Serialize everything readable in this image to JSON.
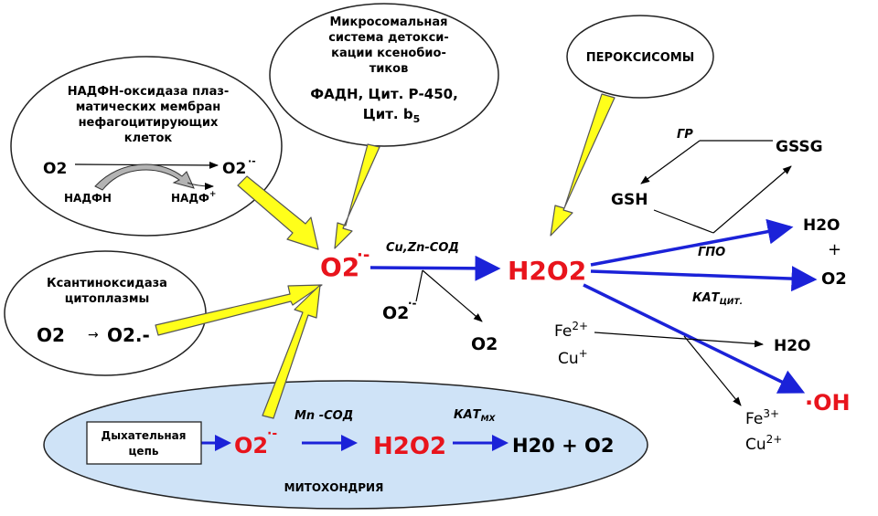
{
  "nadph_oxidase": {
    "title_lines": [
      "НАДФН-оксидаза плаз-",
      "матических мембран",
      "нефагоцитирующих",
      "клеток"
    ],
    "o2": "O2",
    "o2_radical": "O2",
    "radical_mark": "·-",
    "nadph": "НАДФН",
    "nadp": "НАДФ",
    "nadp_sup": "+"
  },
  "microsomal": {
    "title_lines": [
      "Микросомальная",
      "система  детокси-",
      "кации ксенобио-",
      "тиков"
    ],
    "enzymes_line1": "ФАДН, Цит. Р-450,",
    "enzymes_line2": "Цит. b",
    "enzymes_sub": "5"
  },
  "peroxisomes": {
    "label": "ПЕРОКСИСОМЫ"
  },
  "xanthine": {
    "title_lines": [
      "Ксантиноксидаза",
      "цитоплазмы"
    ],
    "o2_left": "O2",
    "o2_right": "O2.-"
  },
  "center": {
    "superoxide": "O2",
    "superoxide_mark": "·-",
    "sod_label": "Cu,Zn-СОД",
    "h2o2": "H2O2",
    "o2_radical_in": "O2",
    "o2_radical_mark": "·-",
    "o2_out": "O2"
  },
  "right": {
    "gr": "ГР",
    "gssg": "GSSG",
    "gsh": "GSH",
    "gpo": "ГПО",
    "h2o_top": "H2O",
    "plus": "+",
    "o2": "O2",
    "kat": "КАТ",
    "kat_sub": "ЦИТ.",
    "fe2": "Fe",
    "fe2_sup": "2+",
    "cu1": "Cu",
    "cu1_sup": "+",
    "h2o_fenton": "H2O",
    "oh": "·OH",
    "fe3": "Fe",
    "fe3_sup": "3+",
    "cu2": "Cu",
    "cu2_sup": "2+"
  },
  "mitochondria": {
    "resp_chain_lines": [
      "Дыхательная",
      "цепь"
    ],
    "o2_radical": "O2",
    "radical_mark": "·-",
    "mn_sod": "Mn -СОД",
    "h2o2": "H2O2",
    "kat": "КАТ",
    "kat_sub": "МХ",
    "products": "H20 + O2",
    "label": "МИТОХОНДРИЯ"
  },
  "colors": {
    "yellow": "#ffff1a",
    "blue_arrow": "#1b22d8",
    "red_text": "#e8141c",
    "mito_fill": "#cfe3f7"
  }
}
